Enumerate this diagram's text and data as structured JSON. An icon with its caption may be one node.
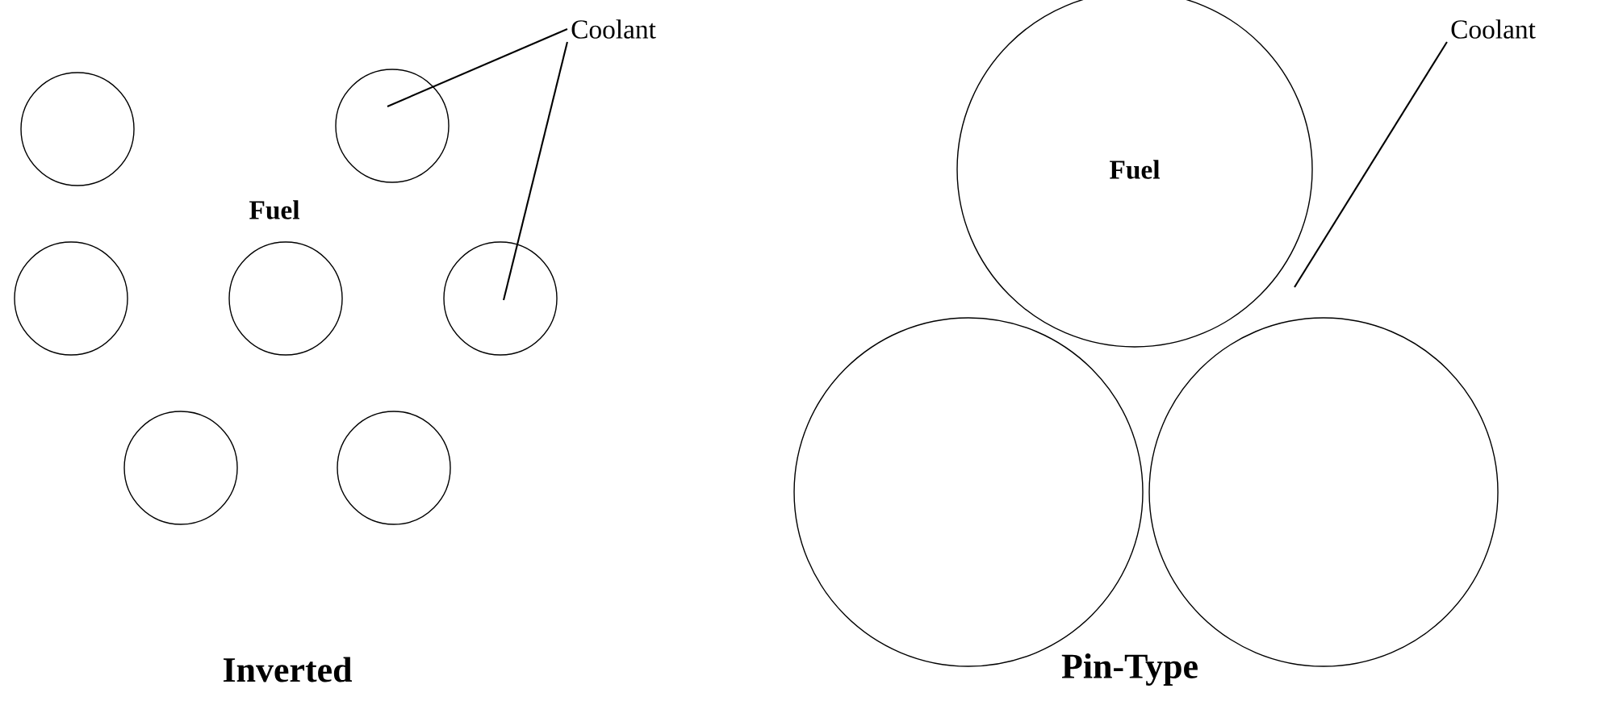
{
  "diagram": {
    "nodes": [
      {
        "text": [],
        "shape": "circle"
      },
      {
        "text": [],
        "shape": "circle"
      },
      {
        "text": [
          "Coolant"
        ]
      },
      {
        "text": [],
        "shape": "circle"
      },
      {
        "text": [],
        "shape": "circle"
      },
      {
        "text": [],
        "shape": "circle"
      },
      {
        "text": [],
        "shape": "circle"
      },
      {
        "text": [],
        "shape": "circle"
      },
      {
        "text": [
          "Fuel"
        ]
      },
      {
        "text": [
          "Coolant"
        ]
      },
      {
        "text": [],
        "shape": "circle"
      },
      {
        "text": [],
        "shape": "circle"
      }
    ],
    "edges": [
      {
        "from": 2,
        "to": 1,
        "arrow": "none"
      },
      {
        "from": 2,
        "to": 5,
        "arrow": "none"
      },
      {
        "from": 9,
        "to": null,
        "arrow": "none"
      }
    ],
    "labels": [
      "Fuel",
      "Inverted",
      "Pin-Type"
    ]
  }
}
